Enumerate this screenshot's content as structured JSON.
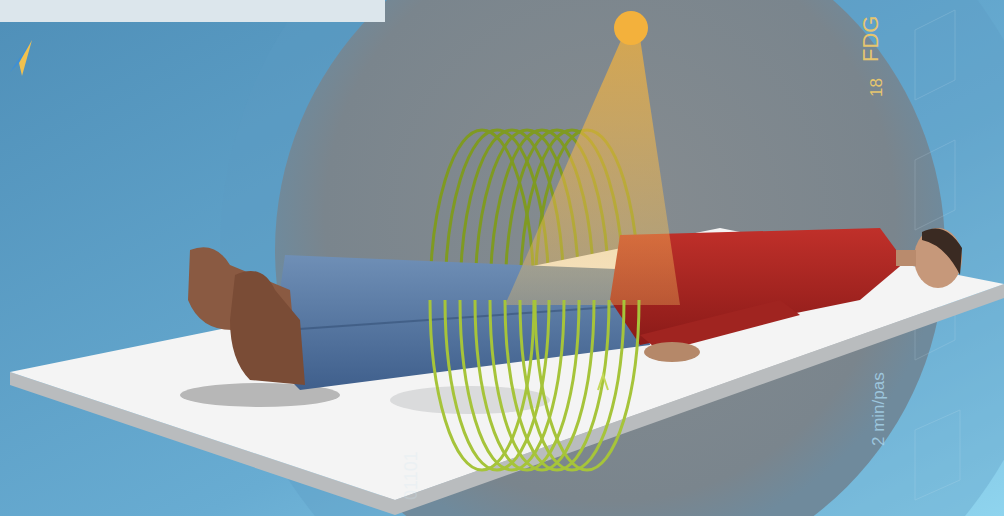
{
  "diagram": {
    "labels": [
      "18",
      "FDG",
      "2 min/pas",
      "01101"
    ]
  }
}
